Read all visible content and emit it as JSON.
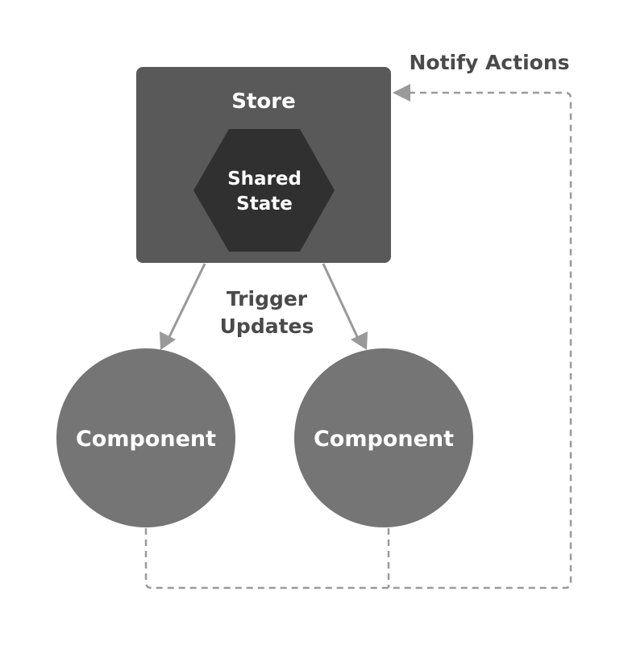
{
  "diagram": {
    "store": {
      "label": "Store",
      "shared_state": {
        "line1": "Shared",
        "line2": "State"
      }
    },
    "components": [
      {
        "label": "Component"
      },
      {
        "label": "Component"
      }
    ],
    "edges": {
      "trigger_updates": {
        "line1": "Trigger",
        "line2": "Updates"
      },
      "notify_actions": {
        "label": "Notify Actions"
      }
    },
    "colors": {
      "store_fill": "#595959",
      "hexagon_fill": "#303030",
      "component_fill": "#757575",
      "arrow": "#999999",
      "dashed": "#9a9a9a",
      "label_dark": "#4a4a4a"
    }
  }
}
